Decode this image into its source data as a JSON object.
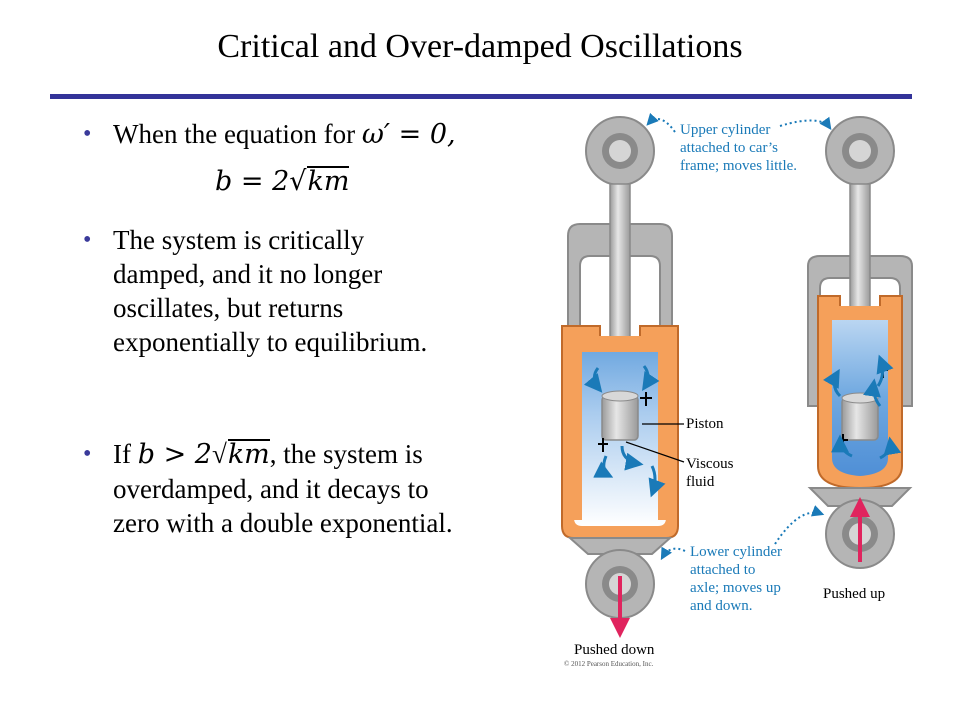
{
  "slide": {
    "title": "Critical and Over-damped Oscillations"
  },
  "bullets": [
    {
      "text": "When the equation for",
      "math": "ω′ = 0,",
      "sub_math_left": "b = 2",
      "sub_math_root": "km"
    },
    {
      "text_lines": [
        "The system is critically",
        "damped, and it no longer",
        "oscillates, but returns",
        "exponentially to equilibrium."
      ]
    },
    {
      "prefix": "If",
      "math_left": "b > 2",
      "math_root": "km",
      "after": ", the system is",
      "text_lines": [
        "overdamped, and it decays to",
        "zero with a double exponential."
      ]
    }
  ],
  "figure": {
    "labels": {
      "upper": [
        "Upper cylinder",
        "attached to car’s",
        "frame; moves little."
      ],
      "piston": "Piston",
      "viscous": [
        "Viscous",
        "fluid"
      ],
      "lower": [
        "Lower cylinder",
        "attached to",
        "axle; moves up",
        "and down."
      ],
      "pushed_down": "Pushed down",
      "pushed_up": "Pushed up",
      "copyright": "© 2012 Pearson Education, Inc."
    },
    "colors": {
      "label": "#1a7ab8",
      "orange": "#f5a05a",
      "fluid": "#6fa8e0",
      "arrow_red": "#e0245e",
      "gray": "#b5b5b5",
      "dark_gray": "#7a7a7a"
    }
  }
}
